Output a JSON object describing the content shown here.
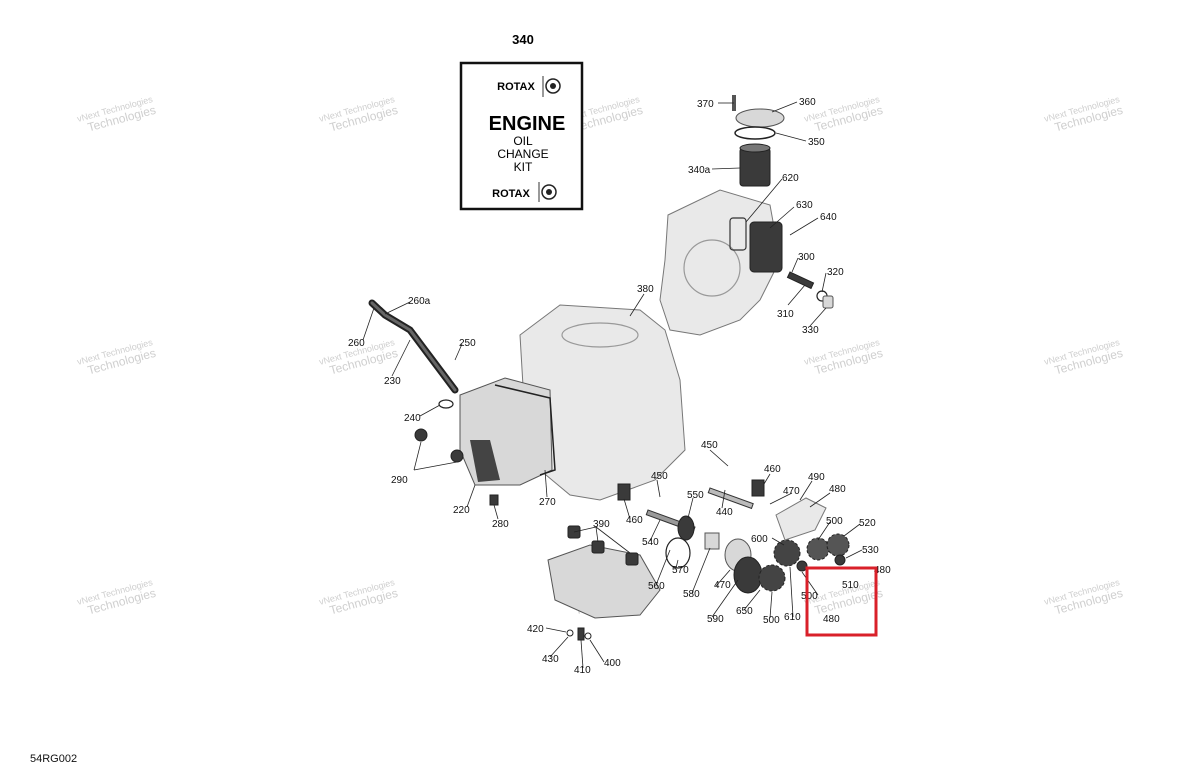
{
  "kit": {
    "number": "340",
    "brand": "ROTAX",
    "line1": "ENGINE",
    "line2": "OIL",
    "line3": "CHANGE",
    "line4": "KIT",
    "brand_bottom": "ROTAX"
  },
  "figure_code": "54RG002",
  "watermark": {
    "line1": "vNext Technologies",
    "line2": "Technologies"
  },
  "callouts": [
    {
      "id": "370",
      "label": "370"
    },
    {
      "id": "360",
      "label": "360"
    },
    {
      "id": "350",
      "label": "350"
    },
    {
      "id": "340a",
      "label": "340a"
    },
    {
      "id": "620",
      "label": "620"
    },
    {
      "id": "630",
      "label": "630"
    },
    {
      "id": "640",
      "label": "640"
    },
    {
      "id": "300",
      "label": "300"
    },
    {
      "id": "320",
      "label": "320"
    },
    {
      "id": "310",
      "label": "310"
    },
    {
      "id": "330",
      "label": "330"
    },
    {
      "id": "380",
      "label": "380"
    },
    {
      "id": "260a",
      "label": "260a"
    },
    {
      "id": "260",
      "label": "260"
    },
    {
      "id": "250",
      "label": "250"
    },
    {
      "id": "230",
      "label": "230"
    },
    {
      "id": "240",
      "label": "240"
    },
    {
      "id": "290",
      "label": "290"
    },
    {
      "id": "220",
      "label": "220"
    },
    {
      "id": "280",
      "label": "280"
    },
    {
      "id": "270",
      "label": "270"
    },
    {
      "id": "450a",
      "label": "450"
    },
    {
      "id": "460a",
      "label": "460"
    },
    {
      "id": "490",
      "label": "490"
    },
    {
      "id": "470a",
      "label": "470"
    },
    {
      "id": "480a",
      "label": "480"
    },
    {
      "id": "450b",
      "label": "450"
    },
    {
      "id": "440",
      "label": "440"
    },
    {
      "id": "550",
      "label": "550"
    },
    {
      "id": "460b",
      "label": "460"
    },
    {
      "id": "500a",
      "label": "500"
    },
    {
      "id": "520",
      "label": "520"
    },
    {
      "id": "390",
      "label": "390"
    },
    {
      "id": "540",
      "label": "540"
    },
    {
      "id": "600",
      "label": "600"
    },
    {
      "id": "530",
      "label": "530"
    },
    {
      "id": "480b",
      "label": "480"
    },
    {
      "id": "510",
      "label": "510"
    },
    {
      "id": "570",
      "label": "570"
    },
    {
      "id": "560",
      "label": "560"
    },
    {
      "id": "470b",
      "label": "470"
    },
    {
      "id": "580",
      "label": "580"
    },
    {
      "id": "500b",
      "label": "500"
    },
    {
      "id": "590",
      "label": "590"
    },
    {
      "id": "650",
      "label": "650"
    },
    {
      "id": "500c",
      "label": "500"
    },
    {
      "id": "610",
      "label": "610"
    },
    {
      "id": "480c",
      "label": "480"
    },
    {
      "id": "420",
      "label": "420"
    },
    {
      "id": "430",
      "label": "430"
    },
    {
      "id": "410",
      "label": "410"
    },
    {
      "id": "400",
      "label": "400"
    }
  ],
  "highlight": {
    "color": "#d9202a",
    "target": "480"
  }
}
